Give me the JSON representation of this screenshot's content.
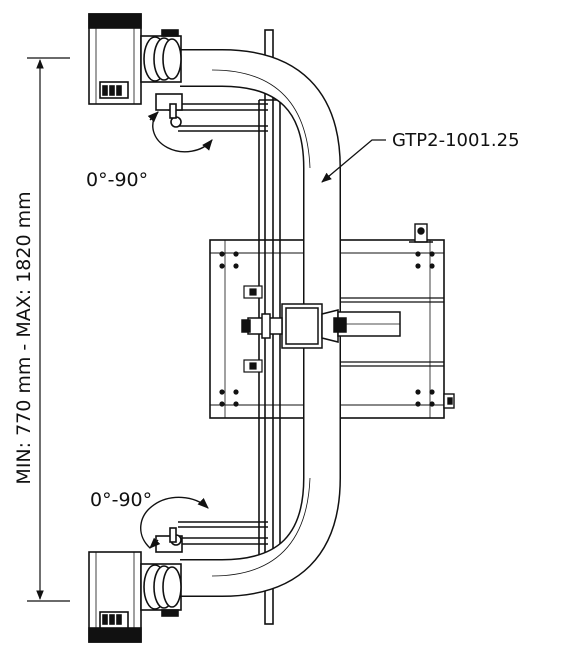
{
  "drawing": {
    "part_label": "GTP2-1001.25",
    "rotation_top": "0°-90°",
    "rotation_bottom": "0°-90°",
    "length_dimension": "MIN: 770 mm - MAX: 1820 mm"
  },
  "colors": {
    "line": "#111111",
    "background": "#ffffff"
  }
}
